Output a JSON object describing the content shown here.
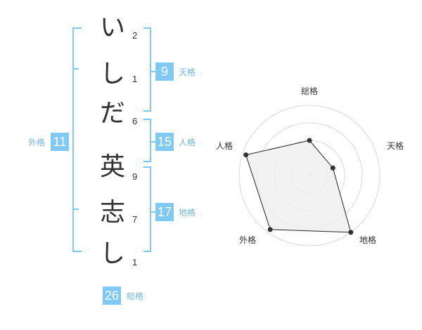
{
  "colors": {
    "accent": "#80c9f5",
    "accent_text": "#6fb8e8",
    "grid": "#d9d9d9",
    "fill": "#f0f0f0",
    "line": "#222222"
  },
  "name": {
    "characters": [
      "い",
      "し",
      "だ",
      "英",
      "志",
      "し"
    ],
    "strokes": [
      "2",
      "1",
      "6",
      "9",
      "7",
      "1"
    ]
  },
  "scores": {
    "tenkaku": {
      "value": "9",
      "label": "天格"
    },
    "jinkaku": {
      "value": "15",
      "label": "人格"
    },
    "chikaku": {
      "value": "17",
      "label": "地格"
    },
    "gaikaku": {
      "value": "11",
      "label": "外格"
    },
    "soukaku": {
      "value": "26",
      "label": "総格"
    }
  },
  "chart_data": {
    "type": "radar",
    "axes": [
      "総格",
      "天格",
      "地格",
      "外格",
      "人格"
    ],
    "rings": 4,
    "values": [
      0.5,
      0.35,
      1.0,
      0.95,
      0.95
    ]
  }
}
